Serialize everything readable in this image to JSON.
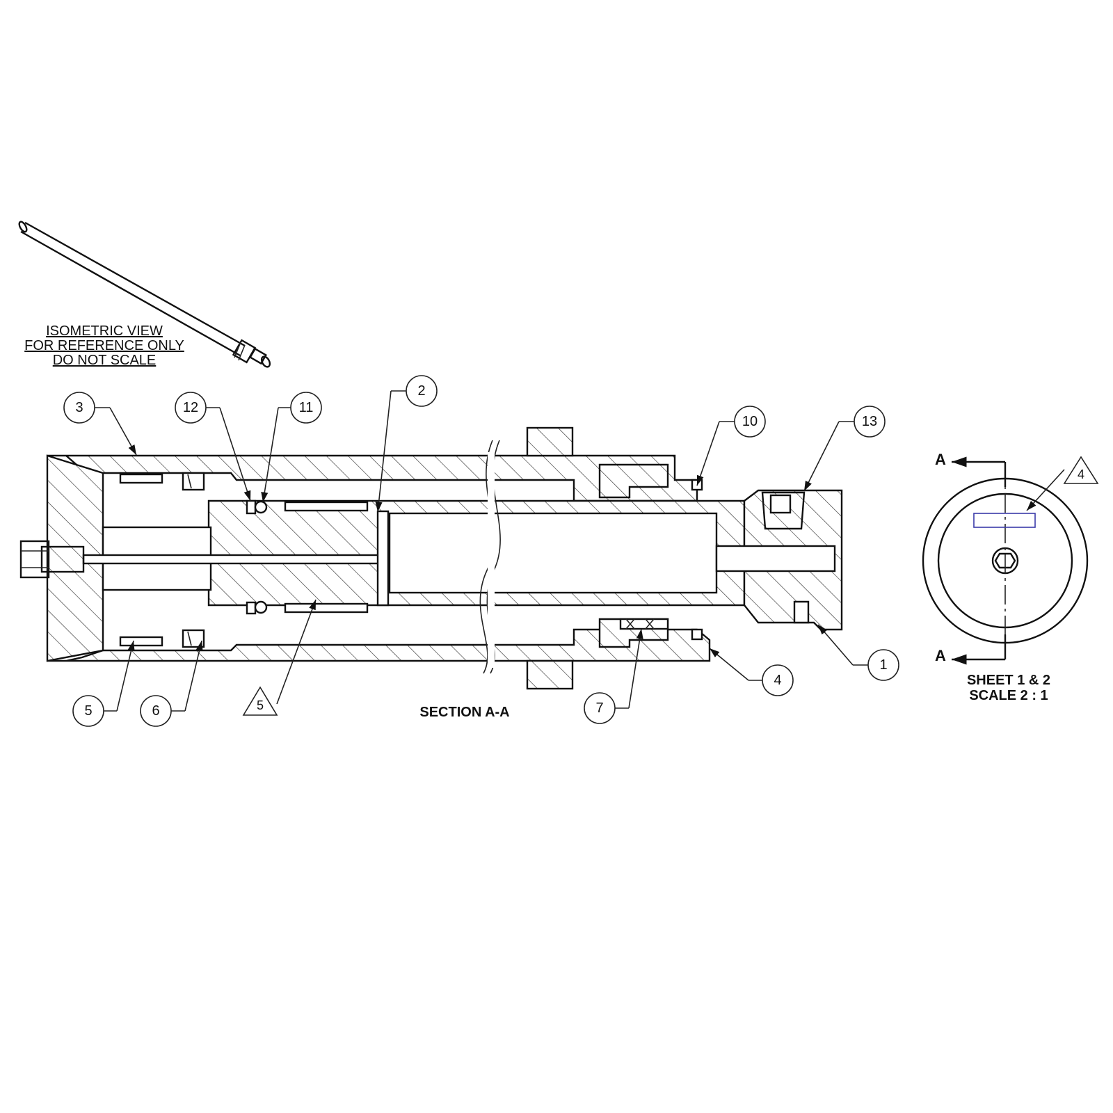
{
  "notes": {
    "iso_line1": "ISOMETRIC VIEW",
    "iso_line2": "FOR REFERENCE ONLY",
    "iso_line3": "DO NOT SCALE"
  },
  "section_title": "SECTION A-A",
  "end_view": {
    "arrow_label_top": "A",
    "arrow_label_bottom": "A",
    "sheet": "SHEET 1 & 2",
    "scale": "SCALE 2 : 1",
    "flag_note": "4"
  },
  "balloons": [
    {
      "id": "b3",
      "label": "3"
    },
    {
      "id": "b12",
      "label": "12"
    },
    {
      "id": "b11",
      "label": "11"
    },
    {
      "id": "b2",
      "label": "2"
    },
    {
      "id": "b10",
      "label": "10"
    },
    {
      "id": "b13",
      "label": "13"
    },
    {
      "id": "b5",
      "label": "5"
    },
    {
      "id": "b6",
      "label": "6"
    },
    {
      "id": "b7",
      "label": "7"
    },
    {
      "id": "b4",
      "label": "4"
    },
    {
      "id": "b1",
      "label": "1"
    }
  ],
  "flag_notes": [
    {
      "id": "f5",
      "label": "5"
    }
  ],
  "colors": {
    "line": "#111111",
    "hidden_feature": "#3a3aa8"
  }
}
